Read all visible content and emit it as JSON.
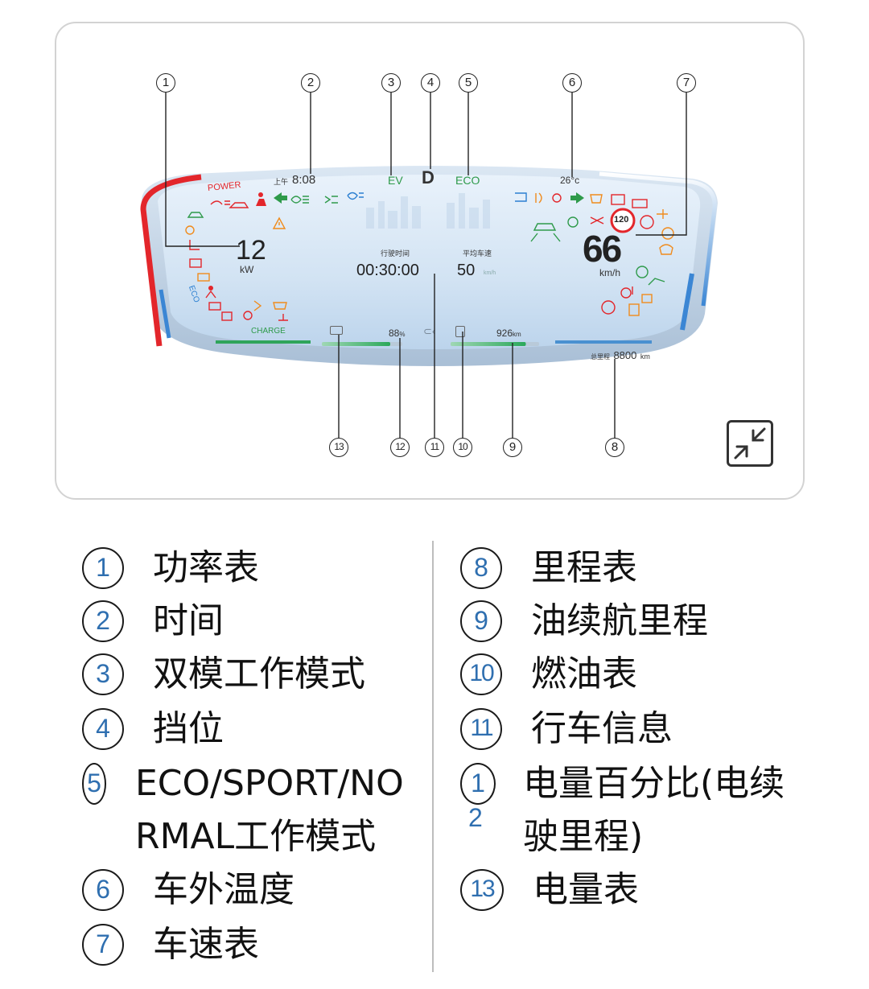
{
  "cluster": {
    "power_label": "POWER",
    "charge_label": "CHARGE",
    "eco_side_label": "ECO",
    "time_prefix": "上午",
    "time": "8:08",
    "mode_ev": "EV",
    "gear": "D",
    "drive_mode": "ECO",
    "temperature": "26°c",
    "power_value": "12",
    "power_unit": "kW",
    "drive_time_label": "行驶时间",
    "drive_time_value": "00:30:00",
    "avg_speed_label": "平均车速",
    "avg_speed_value": "50",
    "avg_speed_unit": "km/h",
    "speed_value": "66",
    "speed_unit": "km/h",
    "speed_limit": "120",
    "battery_percent": "88",
    "battery_percent_unit": "%",
    "fuel_range": "926",
    "fuel_range_unit": "km",
    "odometer_label": "总里程",
    "odometer_value": "8800",
    "odometer_unit": "km",
    "battery_level": 0.85,
    "fuel_level": 0.85
  },
  "callouts": [
    "1",
    "2",
    "3",
    "4",
    "5",
    "6",
    "7",
    "8",
    "9",
    "10",
    "11",
    "12",
    "13"
  ],
  "legend": {
    "left": [
      {
        "num": "1",
        "text": "功率表"
      },
      {
        "num": "2",
        "text": "时间"
      },
      {
        "num": "3",
        "text": "双模工作模式"
      },
      {
        "num": "4",
        "text": "挡位"
      },
      {
        "num": "5",
        "text_line1": "ECO/SPORT/NO",
        "text_line2": "RMAL工作模式"
      },
      {
        "num": "6",
        "text": "车外温度"
      },
      {
        "num": "7",
        "text": "车速表"
      }
    ],
    "right": [
      {
        "num": "8",
        "text": "里程表"
      },
      {
        "num": "9",
        "text": "油续航里程"
      },
      {
        "num": "10",
        "text": "燃油表"
      },
      {
        "num": "11",
        "text": "行车信息"
      },
      {
        "num_line1": "1",
        "num_line2": "2",
        "text_line1": "电量百分比(电续",
        "text_line2": "驶里程)"
      },
      {
        "num": "13",
        "text": "电量表"
      }
    ]
  },
  "colors": {
    "red": "#e3262b",
    "green": "#2e9a4a",
    "orange": "#f08b1c",
    "blue": "#2b7fd1",
    "callout_num": "#2f6fb0"
  },
  "icons": [
    "fog-light-icon",
    "seatbelt-warning-icon",
    "turn-signal-left-icon",
    "headlight-icon",
    "parking-light-icon",
    "warning-triangle-icon",
    "turn-signal-right-icon",
    "parking-brake-icon",
    "tire-pressure-icon",
    "fuel-pump-icon",
    "battery-warning-icon",
    "collapse-icon"
  ]
}
